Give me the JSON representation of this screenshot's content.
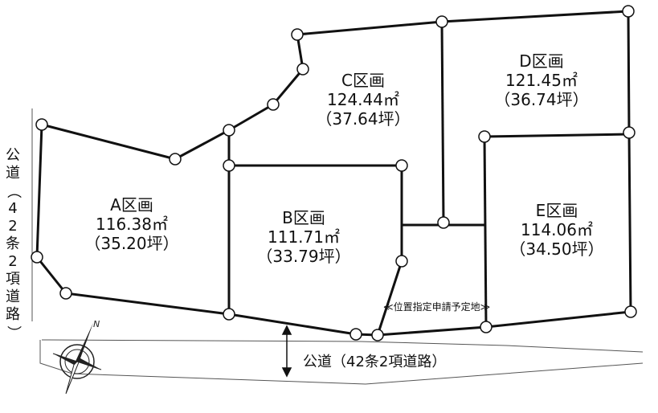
{
  "lots": [
    {
      "name": "A区画",
      "area": "116.38㎡",
      "tsubo": "（35.20坪）"
    },
    {
      "name": "B区画",
      "area": "111.71㎡",
      "tsubo": "（33.79坪）"
    },
    {
      "name": "C区画",
      "area": "124.44㎡",
      "tsubo": "（37.64坪）"
    },
    {
      "name": "D区画",
      "area": "121.45㎡",
      "tsubo": "（36.74坪）"
    },
    {
      "name": "E区画",
      "area": "114.06㎡",
      "tsubo": "（34.50坪）"
    }
  ],
  "roads": {
    "bottom": "公道（42条2項道路）",
    "left_chars": [
      "公",
      "道",
      "（",
      "4",
      "2",
      "条",
      "2",
      "項",
      "道",
      "路",
      "）"
    ]
  },
  "designation_note": "≪位置指定申請予定地≫",
  "compass_label": "N"
}
